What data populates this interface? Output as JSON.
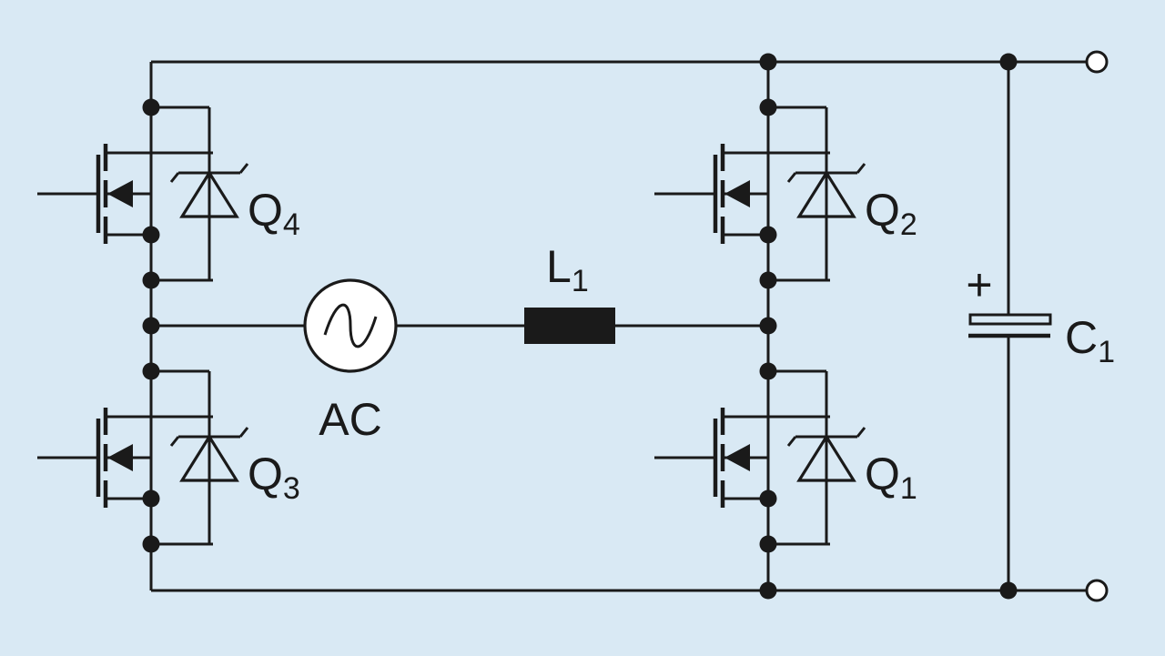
{
  "diagram": {
    "title": "",
    "components": [
      {
        "id": "Q4",
        "letter": "Q",
        "index": "4",
        "kind": "mosfet-with-zener"
      },
      {
        "id": "Q3",
        "letter": "Q",
        "index": "3",
        "kind": "mosfet-with-zener"
      },
      {
        "id": "Q2",
        "letter": "Q",
        "index": "2",
        "kind": "mosfet-with-zener"
      },
      {
        "id": "Q1",
        "letter": "Q",
        "index": "1",
        "kind": "mosfet-with-zener"
      },
      {
        "id": "L1",
        "letter": "L",
        "index": "1",
        "kind": "inductor"
      },
      {
        "id": "C1",
        "letter": "C",
        "index": "1",
        "kind": "polarized-capacitor",
        "polarity_mark": "+"
      },
      {
        "id": "AC",
        "label": "AC",
        "kind": "ac-source"
      }
    ],
    "connections": [
      [
        "top-rail",
        "Q4.drain"
      ],
      [
        "Q4.source",
        "left-midpoint"
      ],
      [
        "left-midpoint",
        "Q3.drain"
      ],
      [
        "Q3.source",
        "bottom-rail"
      ],
      [
        "top-rail",
        "Q2.drain"
      ],
      [
        "Q2.source",
        "right-midpoint"
      ],
      [
        "right-midpoint",
        "Q1.drain"
      ],
      [
        "Q1.source",
        "bottom-rail"
      ],
      [
        "left-midpoint",
        "AC"
      ],
      [
        "AC",
        "L1"
      ],
      [
        "L1",
        "right-midpoint"
      ],
      [
        "top-rail",
        "C1.plus"
      ],
      [
        "C1.minus",
        "bottom-rail"
      ],
      [
        "top-rail",
        "output-terminal-top"
      ],
      [
        "bottom-rail",
        "output-terminal-bottom"
      ]
    ],
    "colors": {
      "background": "#d9e9f4",
      "ink": "#1a1a1a",
      "terminal_fill": "#ffffff"
    }
  }
}
